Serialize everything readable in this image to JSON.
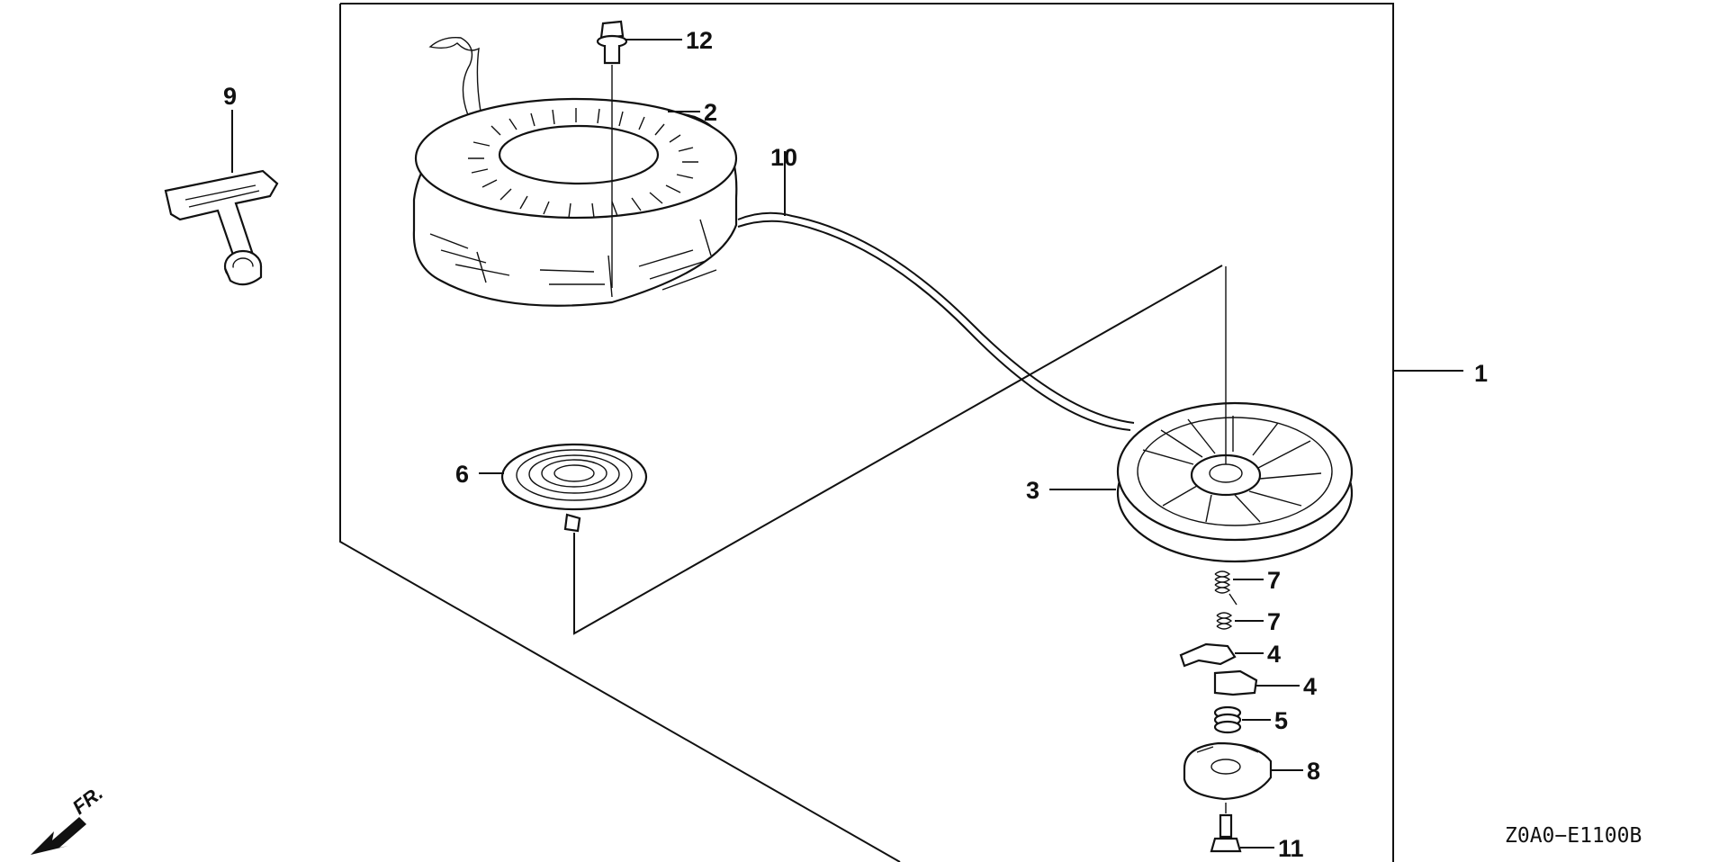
{
  "callouts": {
    "c1": "1",
    "c2": "2",
    "c3": "3",
    "c4a": "4",
    "c4b": "4",
    "c5": "5",
    "c6": "6",
    "c7a": "7",
    "c7b": "7",
    "c8": "8",
    "c9": "9",
    "c10": "10",
    "c11": "11",
    "c12": "12"
  },
  "diagram_code": "Z0A0−E1100B",
  "direction": {
    "label": "FR.",
    "icon": "front-direction-arrow-icon"
  }
}
